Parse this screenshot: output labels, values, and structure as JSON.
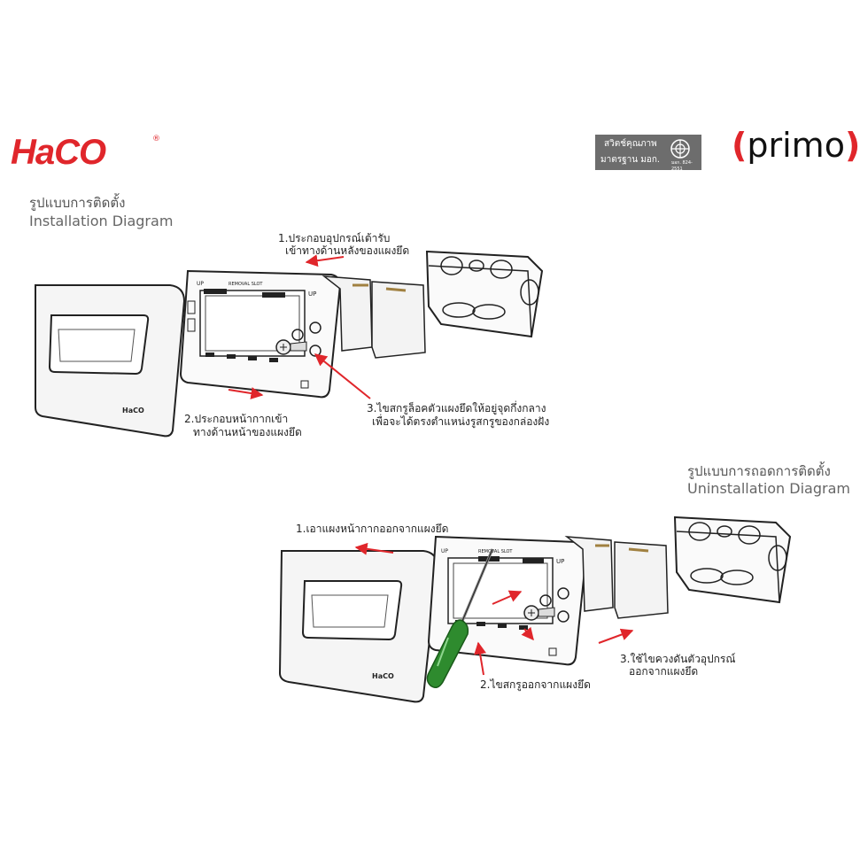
{
  "brand": {
    "logo_text": "HaCO",
    "registered": "®"
  },
  "cert_badge": {
    "line1": "สวิตช์คุณภาพ",
    "line2": "มาตรฐาน มอก.",
    "standard": "มอก. 824-2551"
  },
  "product": {
    "name": "primo"
  },
  "installation": {
    "title_th": "รูปแบบการติดตั้ง",
    "title_en": "Installation Diagram",
    "step1_line1": "1.ประกอบอุปกรณ์เต้ารับ",
    "step1_line2": "เข้าทางด้านหลังของแผงยึด",
    "step2_line1": "2.ประกอบหน้ากากเข้า",
    "step2_line2": "ทางด้านหน้าของแผงยึด",
    "step3_line1": "3.ไขสกรูล็อคตัวแผงยึดให้อยู่จุดกึ่งกลาง",
    "step3_line2": "เพื่อจะได้ตรงตำแหน่งรูสกรูของกล่องฝัง"
  },
  "uninstallation": {
    "title_th": "รูปแบบการถอดการติดตั้ง",
    "title_en": "Uninstallation Diagram",
    "step1": "1.เอาแผงหน้ากากออกจากแผงยึด",
    "step2": "2.ไขสกรูออกจากแผงยึด",
    "step3_line1": "3.ใช้ไขควงดันตัวอุปกรณ์",
    "step3_line2": "ออกจากแผงยึด"
  },
  "frame_labels": {
    "up": "UP",
    "removal_slot": "REMOVAL SLOT"
  },
  "plate_logo": "HaCO",
  "colors": {
    "accent": "#e0262b",
    "screwdriver_handle": "#2e8b2e",
    "line": "#222222"
  }
}
